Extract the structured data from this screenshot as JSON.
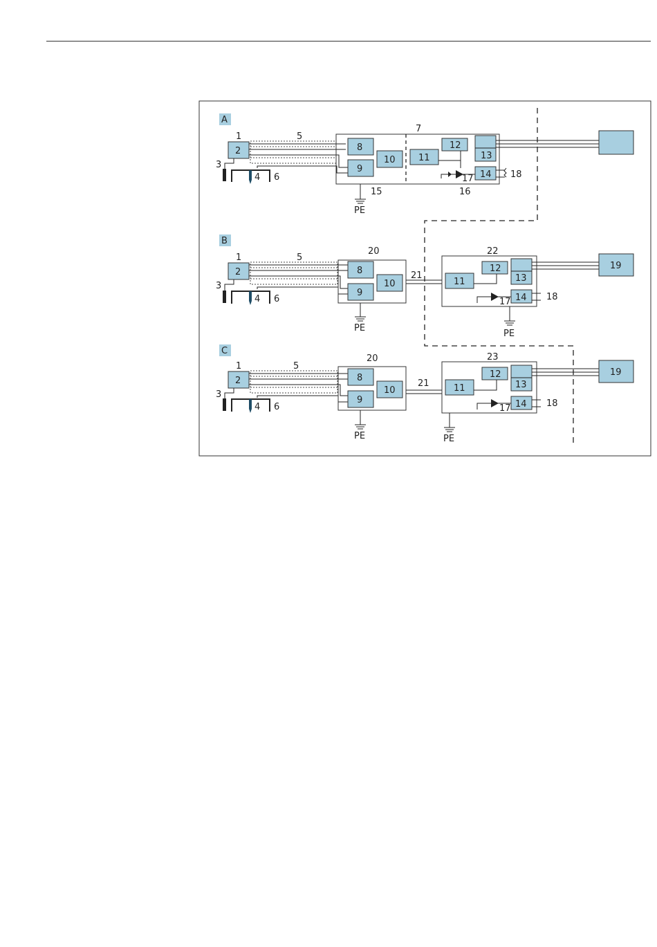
{
  "sections": {
    "a": {
      "tag": "A",
      "labels": {
        "n1": "1",
        "n2": "2",
        "n3": "3",
        "n4": "4",
        "n5": "5",
        "n6": "6",
        "n7": "7",
        "n8": "8",
        "n9": "9",
        "n10": "10",
        "n11": "11",
        "n12": "12",
        "n13": "13",
        "n14": "14",
        "n15": "15",
        "n16": "16",
        "n17": "17",
        "n18": "18",
        "pe": "PE"
      }
    },
    "b": {
      "tag": "B",
      "labels": {
        "n1": "1",
        "n2": "2",
        "n3": "3",
        "n4": "4",
        "n5": "5",
        "n6": "6",
        "n8": "8",
        "n9": "9",
        "n10": "10",
        "n11": "11",
        "n12": "12",
        "n13": "13",
        "n14": "14",
        "n17": "17",
        "n18": "18",
        "n19": "19",
        "n20": "20",
        "n21": "21",
        "n22": "22",
        "pe1": "PE",
        "pe2": "PE"
      }
    },
    "c": {
      "tag": "C",
      "labels": {
        "n1": "1",
        "n2": "2",
        "n3": "3",
        "n4": "4",
        "n5": "5",
        "n6": "6",
        "n8": "8",
        "n9": "9",
        "n10": "10",
        "n11": "11",
        "n12": "12",
        "n13": "13",
        "n14": "14",
        "n17": "17",
        "n18": "18",
        "n19": "19",
        "n20": "20",
        "n21": "21",
        "n23": "23",
        "pe1": "PE",
        "pe2": "PE"
      }
    }
  },
  "colors": {
    "box_fill": "#a8cfe0",
    "line": "#222222"
  }
}
